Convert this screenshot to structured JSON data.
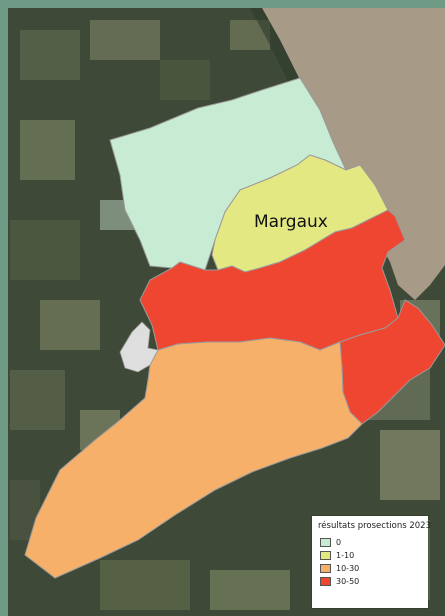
{
  "map": {
    "label": "Margaux",
    "legend": {
      "title": "résultats prosections 2023",
      "items": [
        {
          "label": "0",
          "color": "#c8ecd3"
        },
        {
          "label": "1-10",
          "color": "#e3e882"
        },
        {
          "label": "10-30",
          "color": "#f6b06a"
        },
        {
          "label": "30-50",
          "color": "#ef4631"
        }
      ]
    },
    "colors": {
      "river": "#a79a86",
      "satellite_dark": "#3c4735",
      "satellite_field": "#6f7b5c",
      "border": "#9a9a9a"
    }
  }
}
